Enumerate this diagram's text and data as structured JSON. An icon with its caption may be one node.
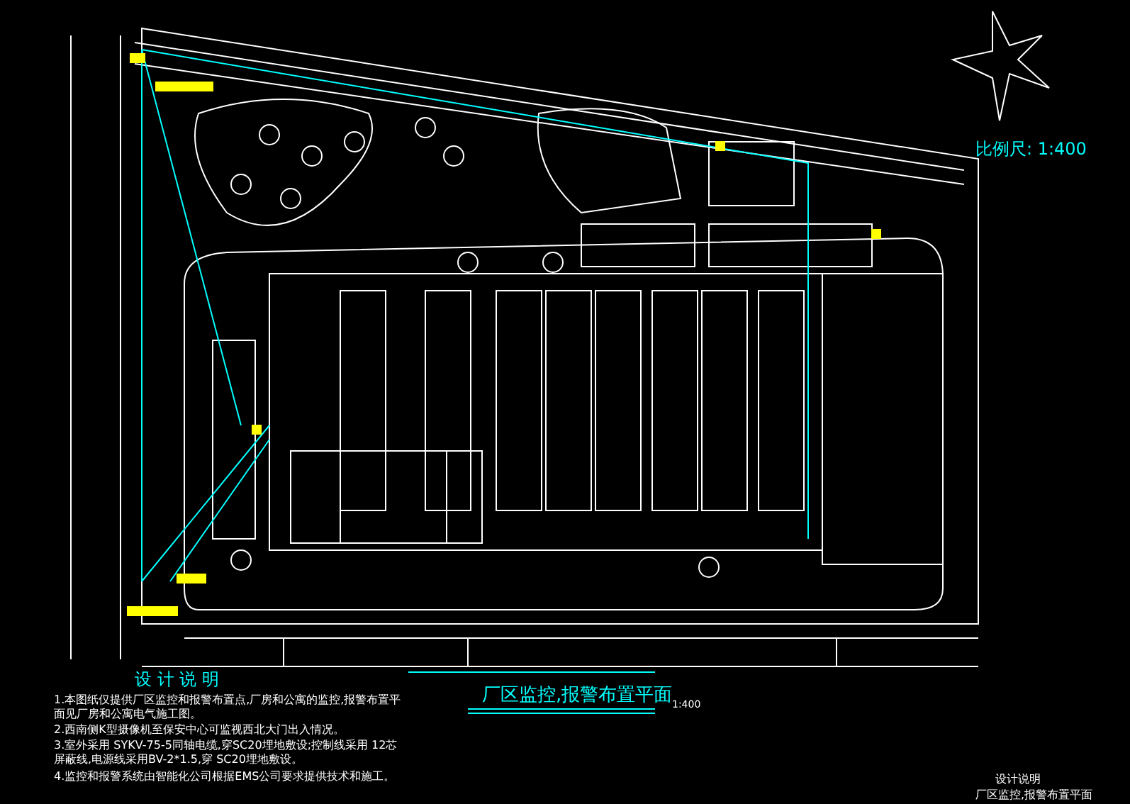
{
  "diagram": {
    "title": "厂区监控,报警布置平面",
    "labels": [
      "比例尺:  1:400",
      "1:400",
      "设 计 说 明",
      "1.本图纸仅提供厂区监控和报警布置点,厂房和公寓的监控,报警布置平面见厂房和公寓电气施工图。",
      "2.西南侧K型摄像机至保安中心可监视西北大门出入情况。",
      "3.室外采用 SYKV-75-5同轴电缆,穿SC20埋地敷设;控制线采用 12芯屏蔽线,电源线采用BV-2*1.5,穿 SC20埋地敷设。",
      "4.监控和报警系统由智能化公司根据EMS公司要求提供技术和施工。",
      "设计说明",
      "厂区监控,报警布置平面"
    ]
  }
}
